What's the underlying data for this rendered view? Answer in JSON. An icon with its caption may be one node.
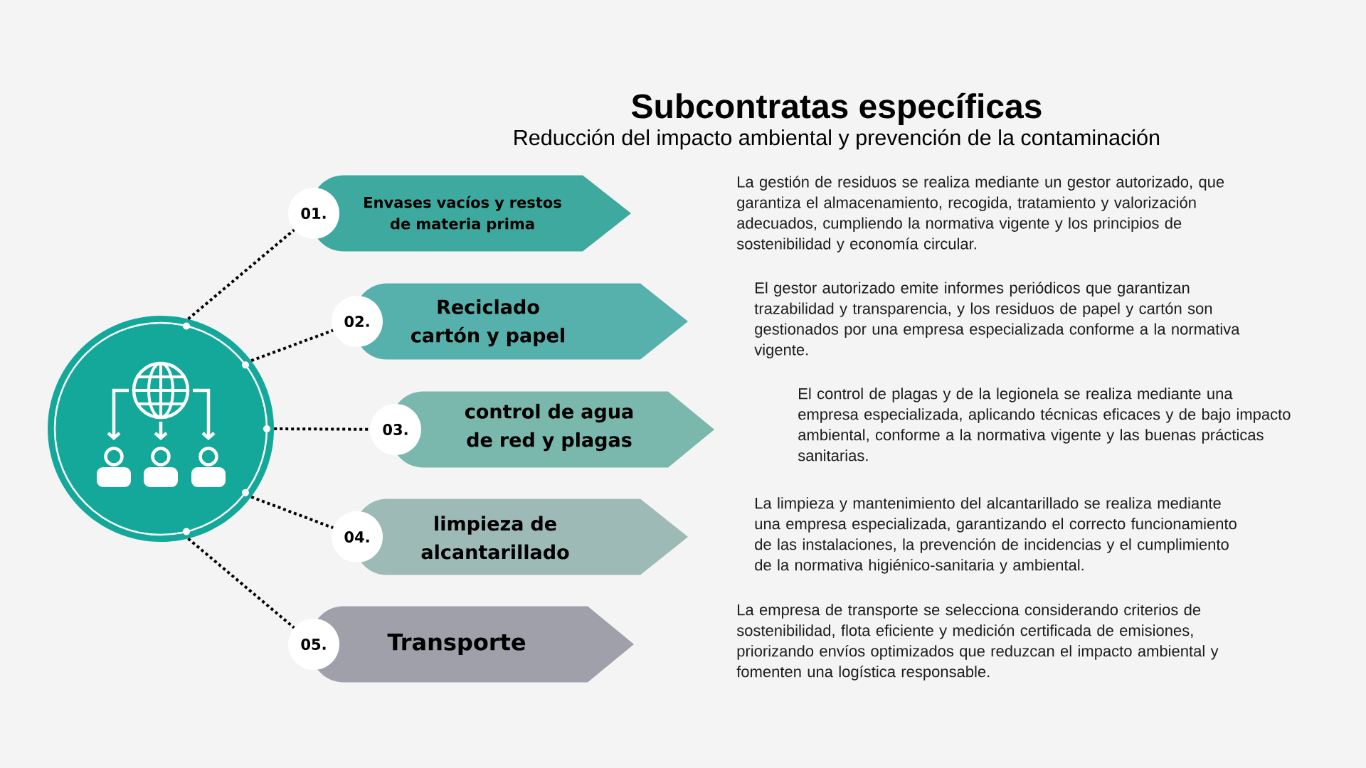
{
  "diagram": {
    "title": "Subcontratas específicas",
    "nodes": [
      {
        "text": [],
        "shape": "circle"
      },
      {
        "text": [
          "01.",
          "Envases vacíos y restos de materia prima"
        ]
      },
      {
        "text": [
          "02.",
          "Reciclado cartón y papel"
        ]
      },
      {
        "text": [
          "03.",
          "control de agua de red y plagas"
        ]
      },
      {
        "text": [
          "04.",
          "limpieza de alcantarillado"
        ]
      },
      {
        "text": [
          "05.",
          "Transporte"
        ]
      }
    ],
    "edges": [
      {
        "from": 0,
        "to": 1,
        "arrow": "none",
        "style": "dashed"
      },
      {
        "from": 0,
        "to": 2,
        "arrow": "none",
        "style": "dashed"
      },
      {
        "from": 0,
        "to": 3,
        "arrow": "none",
        "style": "dashed"
      },
      {
        "from": 0,
        "to": 4,
        "arrow": "none",
        "style": "dashed"
      },
      {
        "from": 0,
        "to": 5,
        "arrow": "none",
        "style": "dashed"
      }
    ],
    "labels": [
      "Reducción del impacto ambiental y prevención de la contaminación",
      "La gestión de residuos se realiza mediante un gestor autorizado, que garantiza el almacenamiento, recogida, tratamiento y valorización adecuados, cumpliendo la normativa vigente y los principios de sostenibilidad y economía circular.",
      "El gestor autorizado emite informes periódicos que garantizan trazabilidad y transparencia, y los residuos de papel y cartón son gestionados por una empresa especializada conforme a la normativa vigente.",
      "El control de plagas y de la legionela se realiza mediante una empresa especializada, aplicando técnicas eficaces y de bajo impacto ambiental, conforme a la normativa vigente y las buenas prácticas sanitarias.",
      "La limpieza y mantenimiento del alcantarillado se realiza mediante una empresa especializada, garantizando el correcto funcionamiento de las instalaciones, la prevención de incidencias y el cumplimiento de la normativa higiénico-sanitaria y ambiental.",
      "La empresa de transporte se selecciona considerando criterios de sostenibilidad, flota eficiente y medición certificada de emisiones, priorizando envíos optimizados que reduzcan el impacto ambiental y fomenten una logística responsable."
    ]
  }
}
